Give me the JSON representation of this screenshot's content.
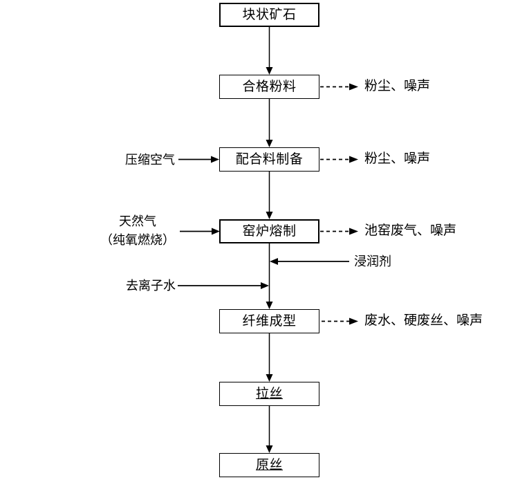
{
  "diagram": {
    "type": "process-flowchart",
    "nodes": [
      {
        "label": "块状矿石"
      },
      {
        "label": "合格粉料"
      },
      {
        "label": "配合料制备"
      },
      {
        "label": "窑炉熔制"
      },
      {
        "label": "纤维成型"
      },
      {
        "label": "拉丝"
      },
      {
        "label": "原丝"
      }
    ],
    "flow_order": [
      "块状矿石",
      "合格粉料",
      "配合料制备",
      "窑炉熔制",
      "纤维成型",
      "拉丝",
      "原丝"
    ],
    "inputs": [
      {
        "label": "压缩空气",
        "target": "配合料制备",
        "side": "left"
      },
      {
        "label": "天然气",
        "label2": "（纯氧燃烧）",
        "target": "窑炉熔制",
        "side": "left"
      },
      {
        "label": "浸润剂",
        "target": "纤维成型",
        "side": "right"
      },
      {
        "label": "去离子水",
        "target": "纤维成型",
        "side": "left"
      }
    ],
    "emissions": [
      {
        "label": "粉尘、噪声",
        "source": "合格粉料"
      },
      {
        "label": "粉尘、噪声",
        "source": "配合料制备"
      },
      {
        "label": "池窑废气、噪声",
        "source": "窑炉熔制"
      },
      {
        "label": "废水、硬废丝、噪声",
        "source": "纤维成型"
      }
    ],
    "colors": {
      "background": "#ffffff",
      "line": "#000000",
      "box_border": "#000000",
      "text": "#000000"
    }
  }
}
